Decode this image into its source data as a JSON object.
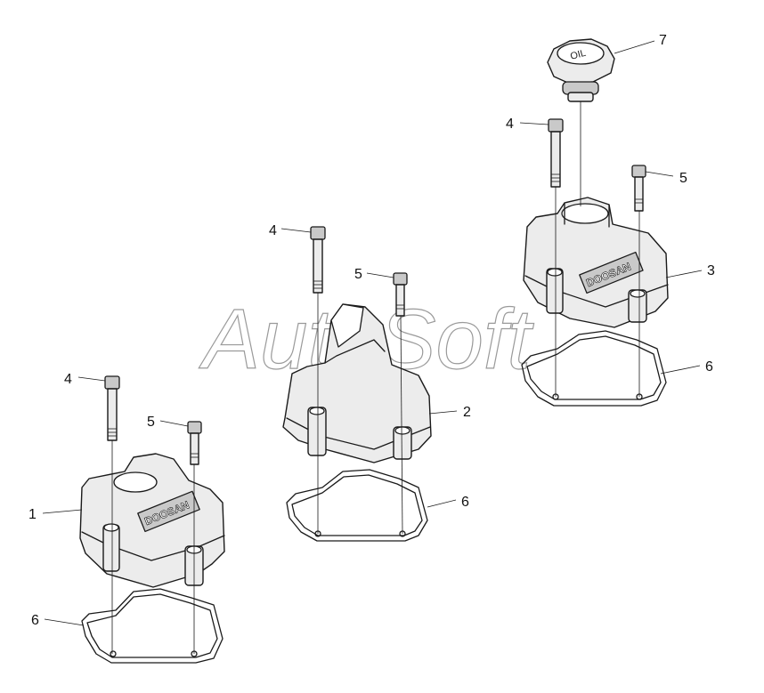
{
  "diagram": {
    "callouts": {
      "c1": "1",
      "c2": "2",
      "c3": "3",
      "c4a": "4",
      "c4b": "4",
      "c4c": "4",
      "c5a": "5",
      "c5b": "5",
      "c5c": "5",
      "c6a": "6",
      "c6b": "6",
      "c6c": "6",
      "c7": "7"
    },
    "logo_text": "DOOSAN",
    "cap_text": "OIL",
    "watermark": "AutoSoft"
  }
}
